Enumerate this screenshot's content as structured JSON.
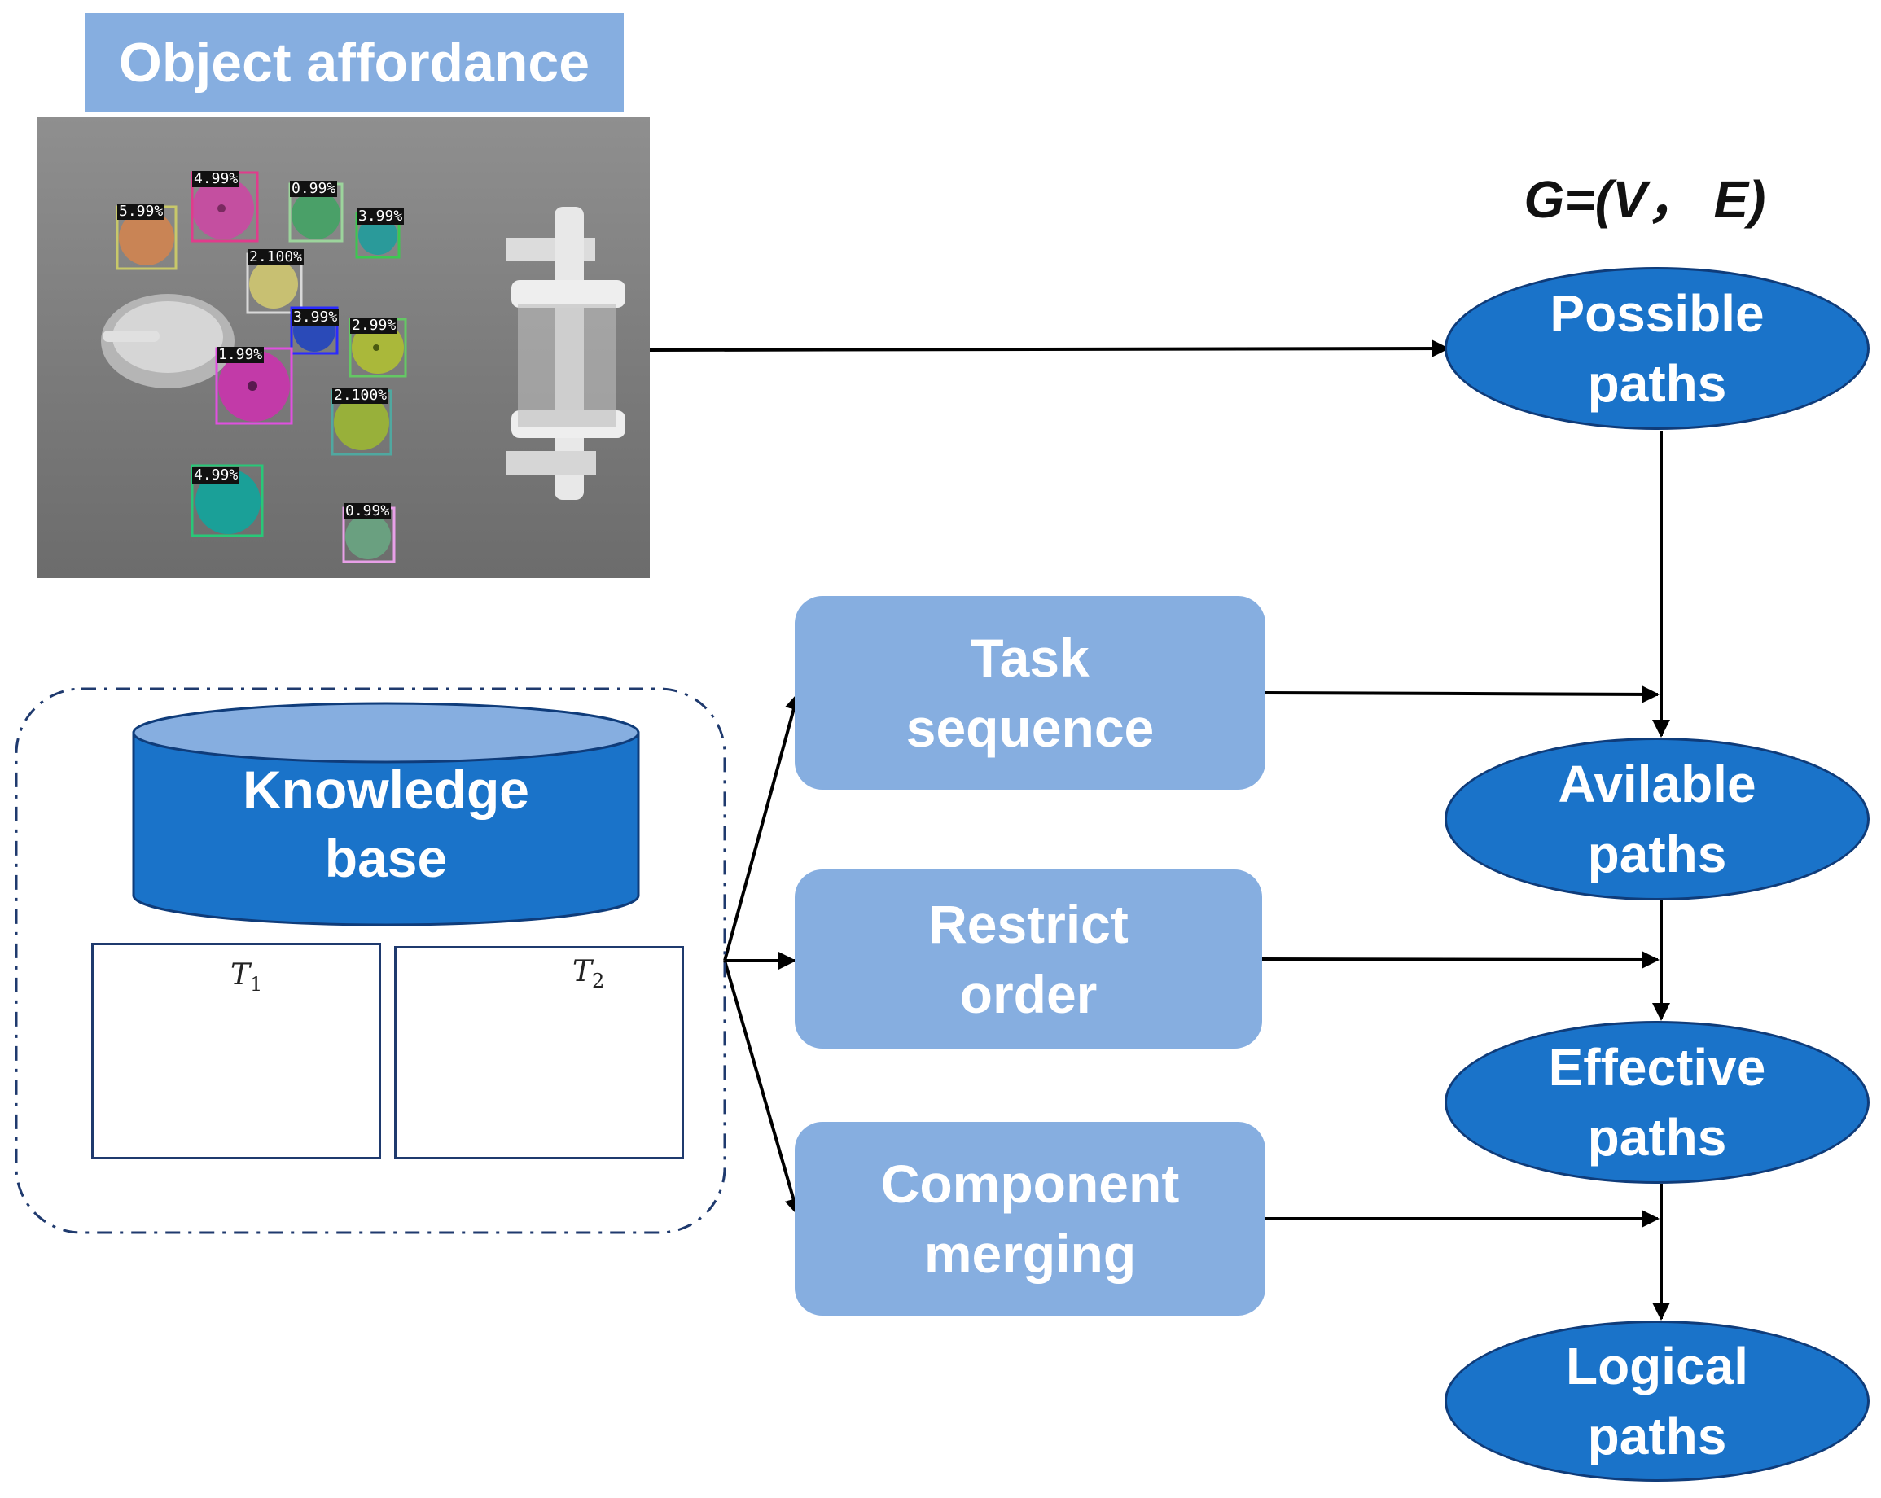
{
  "header": {
    "title": "Object affordance"
  },
  "image": {
    "detections": [
      {
        "label": "5.99%",
        "color": "#c8c86a"
      },
      {
        "label": "4.99%",
        "color": "#e03c8c"
      },
      {
        "label": "0.99%",
        "color": "#9cd49c"
      },
      {
        "label": "3.99%",
        "color": "#3cc850"
      },
      {
        "label": "2.100%",
        "color": "#d8d8d8"
      },
      {
        "label": "3.99%",
        "color": "#2a2aff"
      },
      {
        "label": "2.99%",
        "color": "#64c864"
      },
      {
        "label": "1.99%",
        "color": "#e050e0"
      },
      {
        "label": "2.100%",
        "color": "#50a8a0"
      },
      {
        "label": "4.99%",
        "color": "#28c878"
      },
      {
        "label": "0.99%",
        "color": "#e8a0e8"
      }
    ]
  },
  "graph": {
    "label": "G=(V， E)"
  },
  "nodes": {
    "possible": [
      "Possible",
      "paths"
    ],
    "available": [
      "Avilable",
      "paths"
    ],
    "effective": [
      "Effective",
      "paths"
    ],
    "logical": [
      "Logical",
      "paths"
    ]
  },
  "constraints": {
    "task": [
      "Task",
      "sequence"
    ],
    "restrict": [
      "Restrict",
      "order"
    ],
    "merge": [
      "Component",
      "merging"
    ]
  },
  "knowledge": {
    "label": [
      "Knowledge",
      "base"
    ],
    "t1": {
      "sym": "T",
      "sub": "1"
    },
    "t2": {
      "sym": "T",
      "sub": "2"
    }
  },
  "colors": {
    "node_fill": "#1a73c9",
    "box_fill": "#86aee0",
    "t1_nodes": "#1eaaf0",
    "t2_nodes": "#fde59a",
    "edge_blue": "#2a78c8"
  }
}
